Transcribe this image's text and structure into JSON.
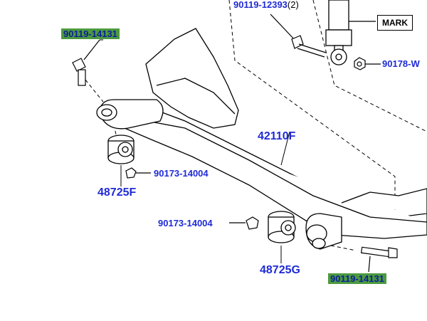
{
  "labels": {
    "bolt_top_left": "90119-14131",
    "bolt_top_right": "90119-12393",
    "bolt_top_right_qty": "(2)",
    "mark": "MARK",
    "nut_right": "90178-W",
    "beam": "42110F",
    "nut_left": "90173-14004",
    "bushing_left": "48725F",
    "nut_center": "90173-14004",
    "bushing_center": "48725G",
    "bolt_bottom": "90119-14131"
  },
  "colors": {
    "label_blue": "#1f2bd6",
    "highlight_green": "#4c9a3f",
    "line": "#000000"
  }
}
